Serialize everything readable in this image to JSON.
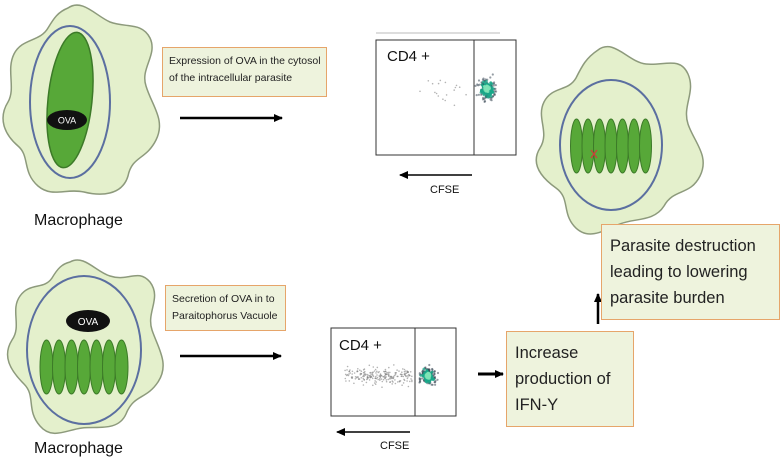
{
  "diagram": {
    "macrophage_top_label": "Macrophage",
    "macrophage_bottom_label": "Macrophage",
    "ova_top_label": "OVA",
    "ova_bottom_label": "OVA",
    "box_expression": {
      "lines": [
        "Expression of OVA in the cytosol",
        "of the intracellular parasite"
      ]
    },
    "box_secretion": {
      "lines": [
        "Secretion of OVA in to",
        "Paraitophorus Vacuole"
      ]
    },
    "plot_top": {
      "gate_label": "CD4 +",
      "axis_label": "CFSE"
    },
    "plot_bottom": {
      "gate_label": "CD4 +",
      "axis_label": "CFSE"
    },
    "box_ifn": {
      "lines": [
        "Increase",
        "production of",
        "IFN-Y"
      ]
    },
    "box_parasite": {
      "lines": [
        "Parasite destruction",
        "leading to lowering",
        "parasite  burden"
      ]
    }
  },
  "colors": {
    "cell_fill": "#e4f0cc",
    "cell_stroke": "#8d9a7c",
    "vacuole_stroke": "#5b6fa0",
    "parasite_fill": "#57a838",
    "parasite_stroke": "#3c7a28",
    "ova_fill": "#111111",
    "box_fill": "#eef3dd",
    "box_border": "#e6a56a",
    "dot_color": "#1aa88a",
    "arrow_color": "#000000"
  }
}
